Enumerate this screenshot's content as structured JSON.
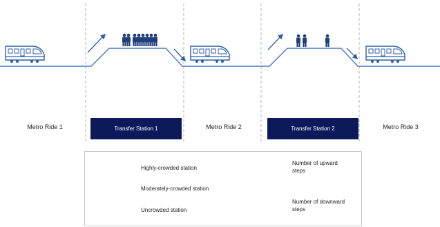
{
  "segments": {
    "metro_ride_1": "Metro  Ride 1",
    "transfer_station_1": "Transfer Station 1",
    "metro_ride_2": "Metro  Ride 2",
    "transfer_station_2": "Transfer Station 2",
    "metro_ride_3": "Metro  Ride 3"
  },
  "legend": {
    "highly_crowded": "Highly-crowded station",
    "moderately_crowded": "Moderately-crowded  station",
    "uncrowded": "Uncrowded station",
    "upward_steps": "Number of upward steps",
    "downward_steps": "Number of downward steps"
  },
  "colors": {
    "track": "#4a78c2",
    "train": "#2d5fa8",
    "person": "#1f3f7a",
    "station_box": "#0c1a5c",
    "divider": "#b0b0b0"
  }
}
